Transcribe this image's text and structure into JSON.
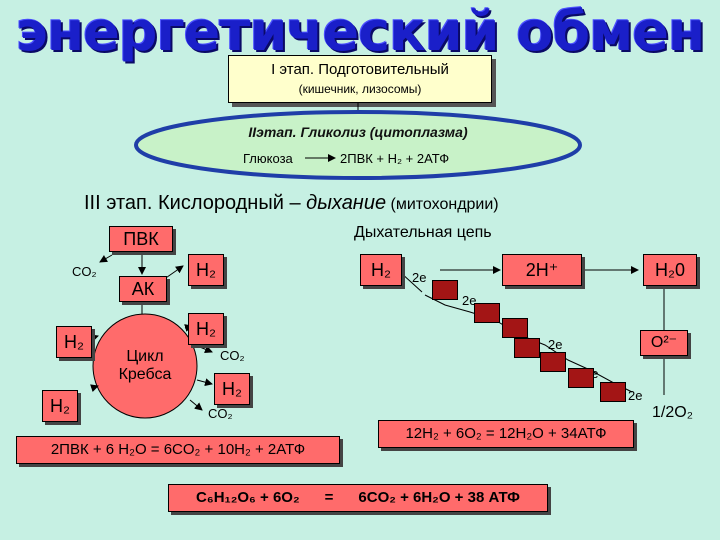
{
  "title": "энергетический обмен",
  "stage1": {
    "label": "I этап. Подготовительный",
    "sub": "(кишечник, лизосомы)"
  },
  "stage2": {
    "label": "IIэтап. Гликолиз (цитоплазма)",
    "left": "Глюкоза",
    "right": "2ПВК + Н₂ + 2АТФ"
  },
  "stage3": {
    "prefix": "III этап. Кислородный – ",
    "emph": "дыхание",
    "suffix": " (митохондрии)"
  },
  "left_cycle": {
    "pvk": "ПВК",
    "co2": "CO₂",
    "ak": "АК",
    "h2_top": "H₂",
    "h2_mid": "H₂",
    "h2_left1": "H₂",
    "h2_left2": "H₂",
    "krebs": "Цикл Кребса",
    "co2_mid": "CO₂",
    "h2_low": "H₂",
    "co2_low": "CO₂",
    "equation": "2ПВК + 6 Н₂О = 6CO₂ + 10H₂ + 2АТФ"
  },
  "resp_chain": {
    "title": "Дыхательная цепь",
    "h2": "H₂",
    "e": "2е",
    "hplus": "2H⁺",
    "h2o": "H₂0",
    "o2minus": "O²⁻",
    "half_o2": "1/2O₂",
    "equation": "12H₂ + 6O₂ = 12H₂O + 34АТФ"
  },
  "summary": {
    "equation": "C₆H₁₂O₆ + 6O₂      =      6CO₂ + 6H₂O + 38 АТФ"
  },
  "colors": {
    "title": "#1a1fc9",
    "background": "#c6f0e3",
    "red_box": "#ff6b6b",
    "chain_square": "#a31515",
    "stage_box": "#ffffcc",
    "ellipse": "#c8f2c8"
  }
}
